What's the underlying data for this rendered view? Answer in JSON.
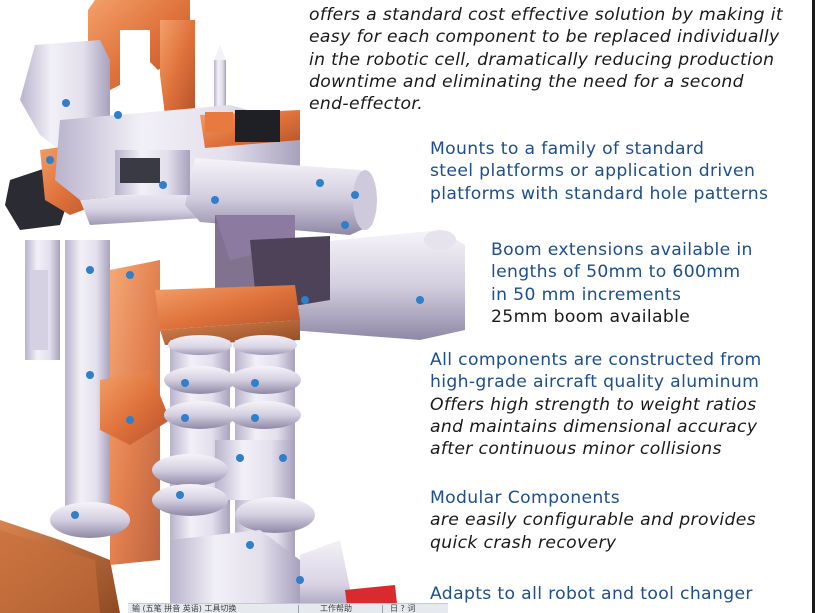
{
  "intro": {
    "lines": [
      "offers a standard cost effective solution by making it",
      "easy for each component to be replaced individually",
      "in the robotic cell, dramatically reducing production",
      "downtime and eliminating the need for a second",
      "end-effector."
    ]
  },
  "features": [
    {
      "heading": [
        "Mounts to a family of standard",
        "steel platforms or application driven",
        "platforms with standard hole patterns"
      ]
    },
    {
      "heading": [
        "Boom extensions available in",
        "lengths of 50mm to 600mm",
        "in 50 mm increments"
      ],
      "note": "25mm boom available"
    },
    {
      "heading": [
        "All components are constructed from",
        "high-grade aircraft quality aluminum"
      ],
      "detail": [
        "Offers high strength to weight ratios",
        "and maintains dimensional accuracy",
        "after continuous minor collisions"
      ]
    },
    {
      "heading": [
        "Modular Components"
      ],
      "detail": [
        "are easily configurable and provides",
        "quick crash recovery"
      ]
    },
    {
      "heading": [
        "Adapts to all robot and tool changer"
      ]
    }
  ],
  "taskbar": {
    "items": [
      "输 (五笔 拼音 英语) 工具切换",
      "工作帮助",
      "日 ?  词"
    ]
  },
  "colors": {
    "heading_blue": "#1d4e8e",
    "body_text": "#1a1a1a",
    "metal_light": "#e9e6f0",
    "orange_bracket": "#e0733c",
    "blue_bolt": "#2f7fc9"
  },
  "illustration": {
    "description_icon": "robot-end-effector-tooling-icon"
  }
}
